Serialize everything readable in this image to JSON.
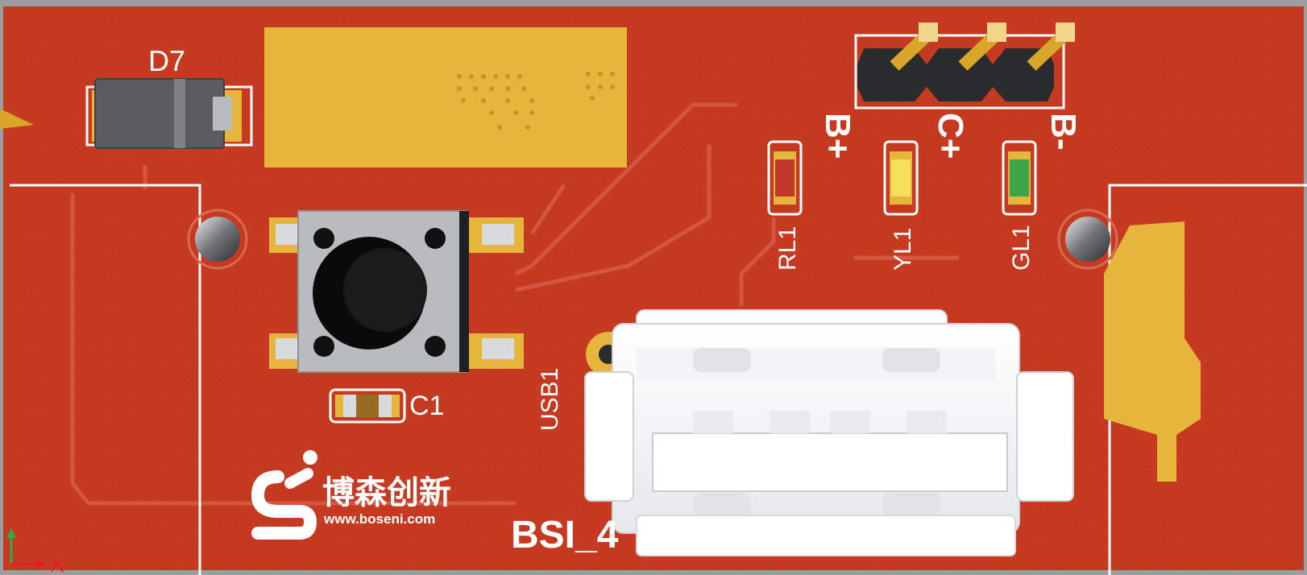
{
  "board": {
    "labels": {
      "diode": "D7",
      "capacitor": "C1",
      "usb": "USB1",
      "led_red": "RL1",
      "led_yellow": "YL1",
      "led_green": "GL1",
      "pin_bplus": "B+",
      "pin_cplus": "C+",
      "pin_bminus": "B-",
      "part_number": "BSI_4"
    },
    "logo": {
      "brand": "博森创新",
      "url": "www.boseni.com"
    },
    "colors": {
      "pcb": "#c63a22",
      "pad_gold": "#e6b53c",
      "silkscreen": "#ffffff",
      "led_red": "#c0392b",
      "led_yellow": "#f4e05a",
      "led_green": "#3aa64a"
    }
  }
}
